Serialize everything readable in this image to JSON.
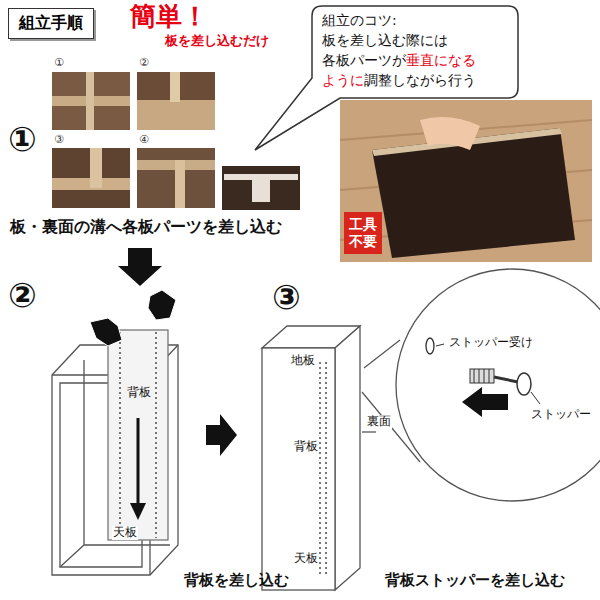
{
  "diagram": {
    "nodes": [
      {
        "text": [
          "組立手順"
        ]
      },
      {
        "text": [
          "組立のコツ:",
          "板を差し込む際には",
          "各板パーツが",
          "垂直になる",
          "ように",
          "調整しながら行う"
        ]
      },
      {
        "text": [
          "工具不要"
        ]
      }
    ],
    "labels": [
      "簡単！",
      "板を差し込むだけ",
      "①",
      "②",
      "③",
      "④",
      "①",
      "板・裏面の溝へ各板パーツを差し込む",
      "②",
      "背板",
      "天板",
      "背板を差し込む",
      "③",
      "地板",
      "背板",
      "裏面",
      "天板",
      "ストッパー受け",
      "ストッパー",
      "背板ストッパーを差し込む"
    ]
  }
}
